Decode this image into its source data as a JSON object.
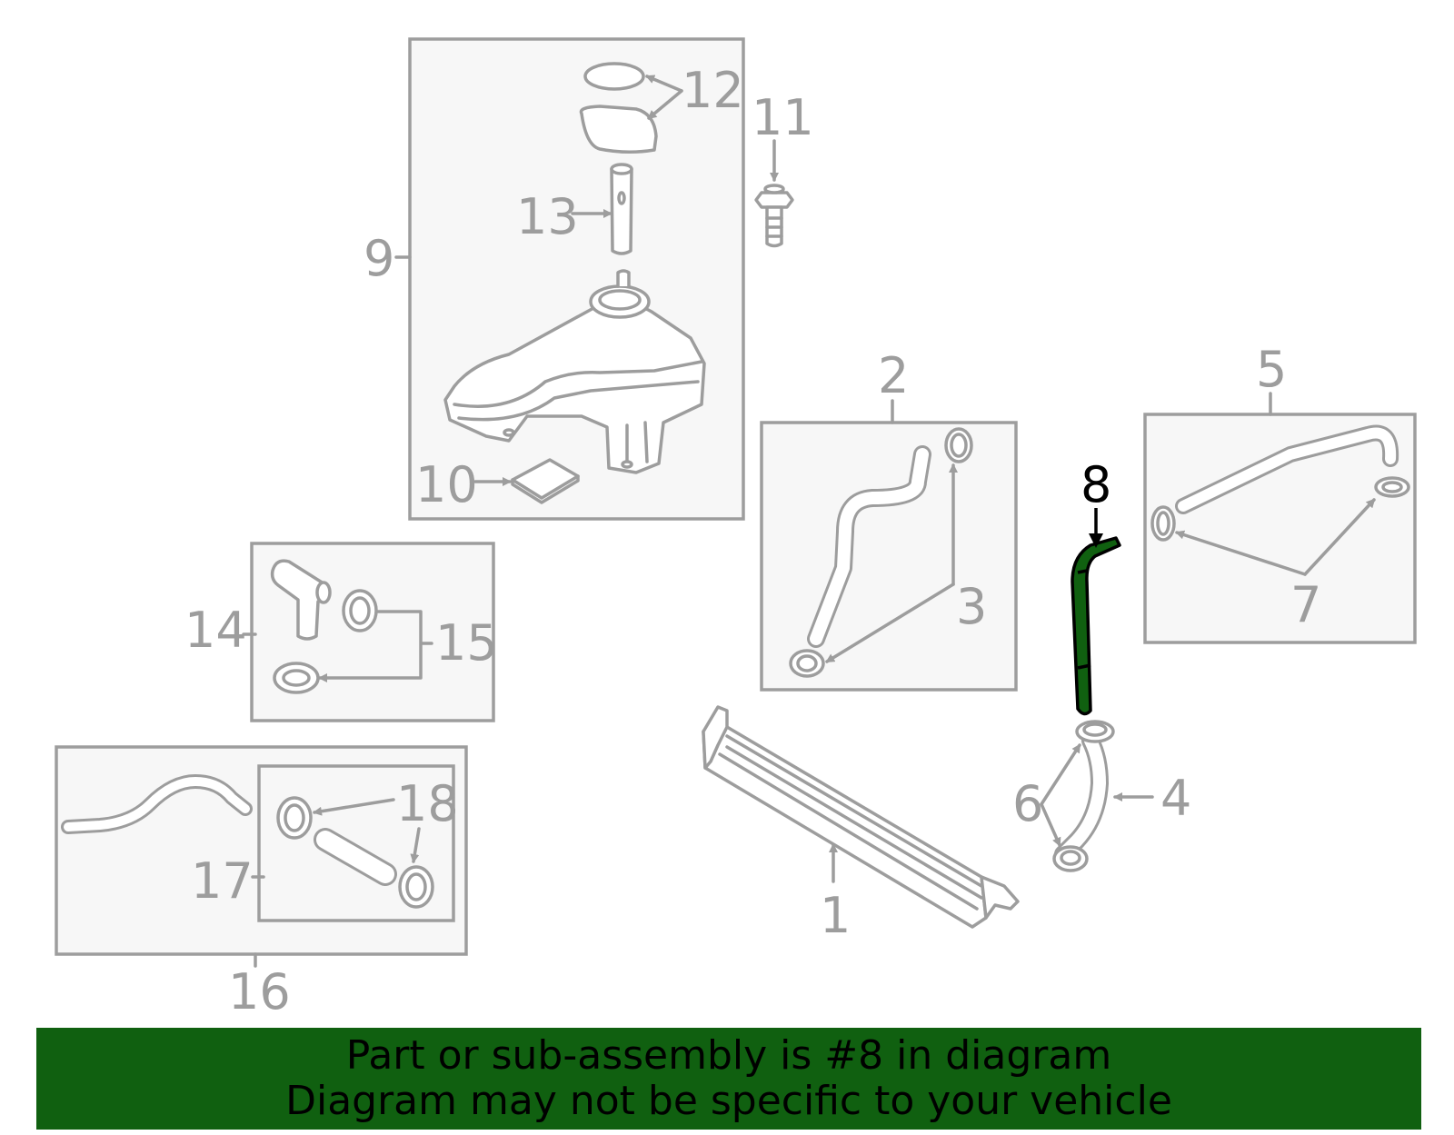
{
  "colors": {
    "diagram_gray": "#9d9d9d",
    "highlight_green": "#106010",
    "box_fill": "#f7f7f7"
  },
  "callouts": {
    "c1": "1",
    "c2": "2",
    "c3": "3",
    "c4": "4",
    "c5": "5",
    "c6": "6",
    "c7": "7",
    "c8": "8",
    "c9": "9",
    "c10": "10",
    "c11": "11",
    "c12": "12",
    "c13": "13",
    "c14": "14",
    "c15": "15",
    "c16": "16",
    "c17": "17",
    "c18": "18"
  },
  "highlighted_callout": "8",
  "banner": {
    "line1": "Part or sub-assembly is #8 in diagram",
    "line2": "Diagram may not be specific to your vehicle"
  }
}
